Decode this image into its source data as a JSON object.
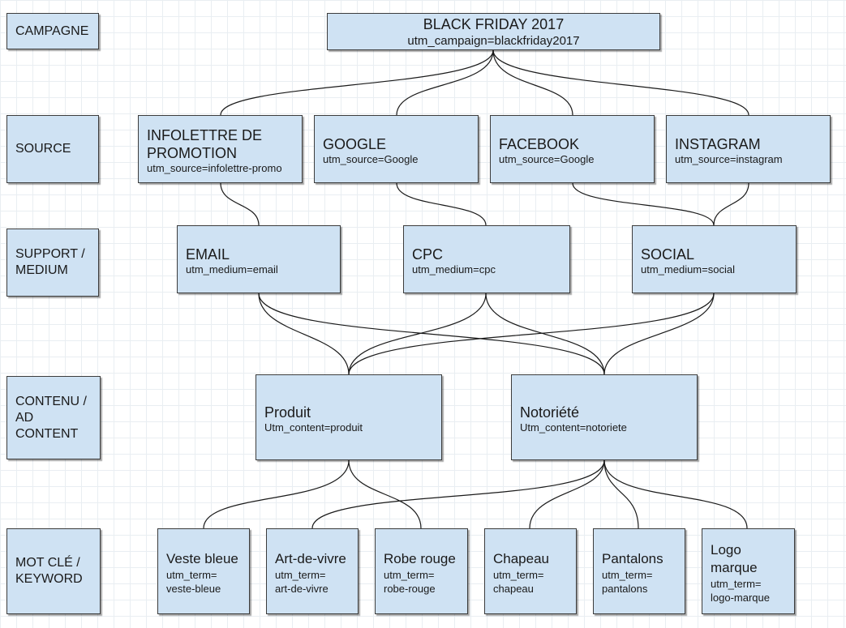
{
  "row_labels": {
    "campagne": "CAMPAGNE",
    "source": "SOURCE",
    "medium": "SUPPORT /\nMEDIUM",
    "content": "CONTENU /\nAD\nCONTENT",
    "keyword": "MOT CLÉ /\nKEYWORD"
  },
  "campaign": {
    "title": "BLACK FRIDAY 2017",
    "param": "utm_campaign=blackfriday2017"
  },
  "sources": [
    {
      "title": "INFOLETTRE DE\nPROMOTION",
      "param": "utm_source=infolettre-promo"
    },
    {
      "title": "GOOGLE",
      "param": "utm_source=Google"
    },
    {
      "title": "FACEBOOK",
      "param": "utm_source=Google"
    },
    {
      "title": "INSTAGRAM",
      "param": "utm_source=instagram"
    }
  ],
  "mediums": [
    {
      "title": "EMAIL",
      "param": "utm_medium=email"
    },
    {
      "title": "CPC",
      "param": "utm_medium=cpc"
    },
    {
      "title": "SOCIAL",
      "param": "utm_medium=social"
    }
  ],
  "contents": [
    {
      "title": "Produit",
      "param": "Utm_content=produit"
    },
    {
      "title": "Notoriété",
      "param": "Utm_content=notoriete"
    }
  ],
  "keywords": [
    {
      "title": "Veste bleue",
      "param": "utm_term=\nveste-bleue"
    },
    {
      "title": "Art-de-vivre",
      "param": "utm_term=\nart-de-vivre"
    },
    {
      "title": "Robe rouge",
      "param": "utm_term=\nrobe-rouge"
    },
    {
      "title": "Chapeau",
      "param": "utm_term=\nchapeau"
    },
    {
      "title": "Pantalons",
      "param": "utm_term=\npantalons"
    },
    {
      "title": "Logo\nmarque",
      "param": "utm_term=\nlogo-marque"
    }
  ],
  "colors": {
    "box_fill": "#cfe2f3",
    "box_border": "#3c3c3c",
    "connector": "#1a1a1a"
  }
}
